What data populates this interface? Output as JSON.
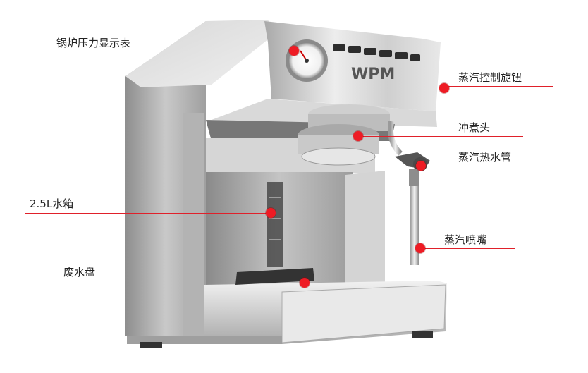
{
  "callouts": {
    "gauge": "锅炉压力显示表",
    "steam_knob": "蒸汽控制旋钮",
    "brew_head": "冲煮头",
    "steam_pipe": "蒸汽热水管",
    "tank": "2.5L水箱",
    "nozzle": "蒸汽喷嘴",
    "drip_tray": "废水盘"
  },
  "brand_logo": "WPM",
  "colors": {
    "accent": "#ee1b24",
    "steel_light": "#e6e6e6",
    "steel_dark": "#9a9a9a"
  }
}
